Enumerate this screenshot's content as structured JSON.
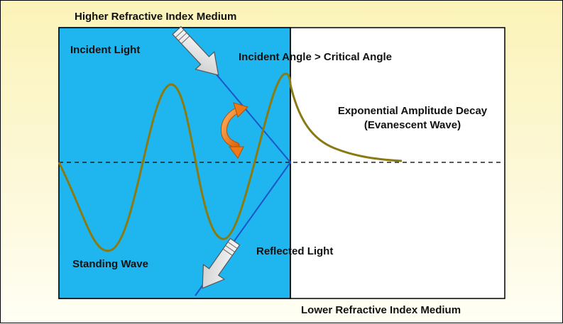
{
  "labels": {
    "higher_medium": "Higher Refractive Index Medium",
    "lower_medium": "Lower Refractive Index Medium",
    "incident_light": "Incident Light",
    "angle_condition": "Incident Angle > Critical Angle",
    "decay_line1": "Exponential Amplitude Decay",
    "decay_line2": "(Evanescent Wave)",
    "reflected_light": "Reflected Light",
    "standing_wave": "Standing Wave"
  },
  "colors": {
    "high_index_medium": "#1fb6ef",
    "low_index_medium": "#ffffff",
    "wave": "#8a7a12",
    "beam": "#1a56c8",
    "angle_arrow": "#f07818",
    "arrow_fill": "#ffffff"
  },
  "icons": {
    "incident_arrow": "fat-down-right-arrow",
    "reflected_arrow": "fat-down-left-arrow",
    "rotation_arrow": "curved-double-arrow"
  }
}
